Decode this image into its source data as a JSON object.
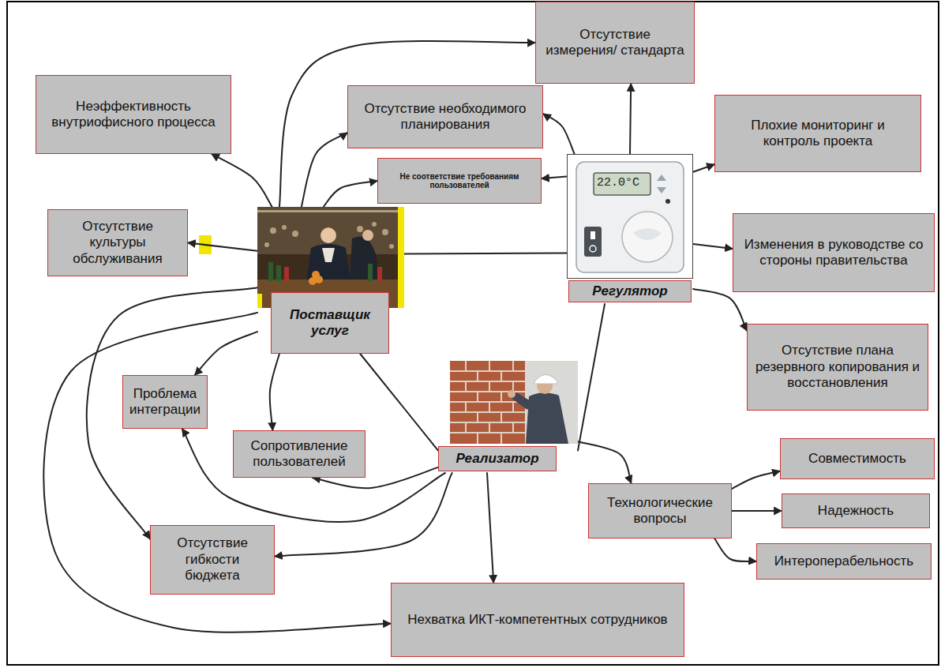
{
  "diagram": {
    "nodes": [
      {
        "text": [
          "Отсутствие измерения/ стандарта"
        ]
      },
      {
        "text": [
          "Неэффективность внутриофисного процесса"
        ]
      },
      {
        "text": [
          "Отсутствие необходимого планирования"
        ]
      },
      {
        "text": [
          "Плохие мониторинг и контроль проекта"
        ]
      },
      {
        "text": [
          "Не соответствие требованиям пользователей"
        ]
      },
      {
        "text": [
          "Отсутствие культуры обслуживания"
        ]
      },
      {
        "text": [
          "Изменения в руководстве со стороны правительства"
        ]
      },
      {
        "text": [
          "Регулятор"
        ]
      },
      {
        "text": [
          "Поставщик услуг"
        ]
      },
      {
        "text": [
          "Отсутствие плана резервного копирования и восстановления"
        ]
      },
      {
        "text": [
          "Проблема интеграции"
        ]
      },
      {
        "text": [
          "Сопротивление пользователей"
        ]
      },
      {
        "text": [
          "Реализатор"
        ]
      },
      {
        "text": [
          "Совместимость"
        ]
      },
      {
        "text": [
          "Технологические вопросы"
        ]
      },
      {
        "text": [
          "Надежность"
        ]
      },
      {
        "text": [
          "Отсутствие гибкости бюджета"
        ]
      },
      {
        "text": [
          "Интероперабельность"
        ]
      },
      {
        "text": [
          "Нехватка ИКТ-компетентных сотрудников"
        ]
      }
    ],
    "edges": [
      {
        "from": 8,
        "to": 1,
        "arrow": "to"
      },
      {
        "from": 8,
        "to": 0,
        "arrow": "to"
      },
      {
        "from": 8,
        "to": 2,
        "arrow": "to"
      },
      {
        "from": 8,
        "to": 4,
        "arrow": "to"
      },
      {
        "from": 8,
        "to": 5,
        "arrow": "to"
      },
      {
        "from": 8,
        "to": 10,
        "arrow": "to"
      },
      {
        "from": 8,
        "to": 11,
        "arrow": "to"
      },
      {
        "from": 8,
        "to": 16,
        "arrow": "to"
      },
      {
        "from": 8,
        "to": 18,
        "arrow": "to"
      },
      {
        "from": 8,
        "to": 7,
        "arrow": "none"
      },
      {
        "from": 8,
        "to": 12,
        "arrow": "none"
      },
      {
        "from": 7,
        "to": 0,
        "arrow": "to"
      },
      {
        "from": 7,
        "to": 2,
        "arrow": "to"
      },
      {
        "from": 7,
        "to": 4,
        "arrow": "to"
      },
      {
        "from": 7,
        "to": 3,
        "arrow": "to"
      },
      {
        "from": 7,
        "to": 6,
        "arrow": "to"
      },
      {
        "from": 7,
        "to": 9,
        "arrow": "to"
      },
      {
        "from": 7,
        "to": 12,
        "arrow": "none"
      },
      {
        "from": 12,
        "to": 11,
        "arrow": "to"
      },
      {
        "from": 12,
        "to": 10,
        "arrow": "to"
      },
      {
        "from": 12,
        "to": 16,
        "arrow": "to"
      },
      {
        "from": 12,
        "to": 18,
        "arrow": "to"
      },
      {
        "from": 12,
        "to": 14,
        "arrow": "to"
      },
      {
        "from": 14,
        "to": 13,
        "arrow": "to"
      },
      {
        "from": 14,
        "to": 15,
        "arrow": "to"
      },
      {
        "from": 14,
        "to": 17,
        "arrow": "to"
      }
    ],
    "labels": [
      "22.0°C"
    ]
  }
}
